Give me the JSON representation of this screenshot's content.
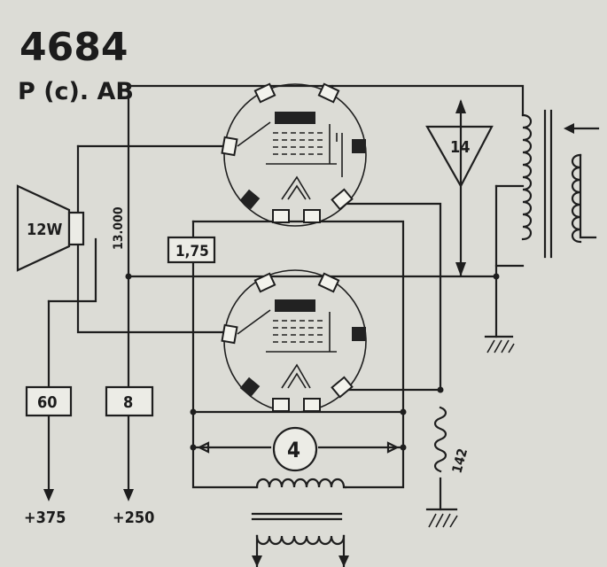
{
  "header": {
    "tube_code": "4684",
    "operating_class": "P (c). AB"
  },
  "labels": {
    "speaker_power": "12W",
    "output_load": "13.000",
    "screen_resistor": "1,75",
    "plate_supply_resistor": "60",
    "screen_supply_resistor": "8",
    "feedback_block": "14",
    "grid_resistor": "4",
    "cathode_resistor": "142",
    "plate_voltage": "+375",
    "screen_voltage": "+250"
  }
}
